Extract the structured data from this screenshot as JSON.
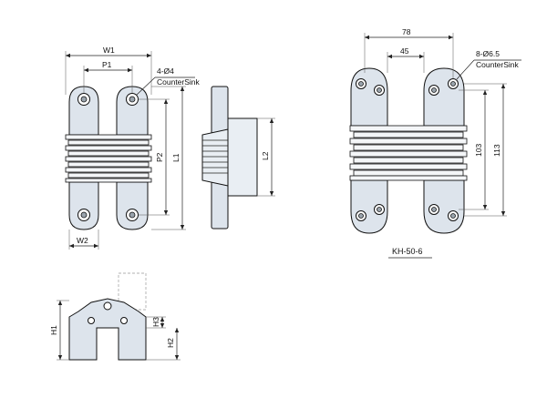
{
  "front_view": {
    "dims": {
      "w1": "W1",
      "p1": "P1",
      "holes": "4-Ø4",
      "countersink": "CounterSink",
      "p2": "P2",
      "l1": "L1",
      "w2": "W2"
    }
  },
  "side_view": {
    "dims": {
      "l2": "L2"
    }
  },
  "model_view": {
    "dims": {
      "overall_width": "78",
      "center_distance": "45",
      "holes": "8-Ø6.5",
      "countersink": "CounterSink",
      "hole_pitch": "103",
      "overall_length": "113"
    },
    "caption": "KH-50-6"
  },
  "bottom_view": {
    "dims": {
      "h1": "H1",
      "h2": "H2",
      "h3": "H3"
    }
  }
}
